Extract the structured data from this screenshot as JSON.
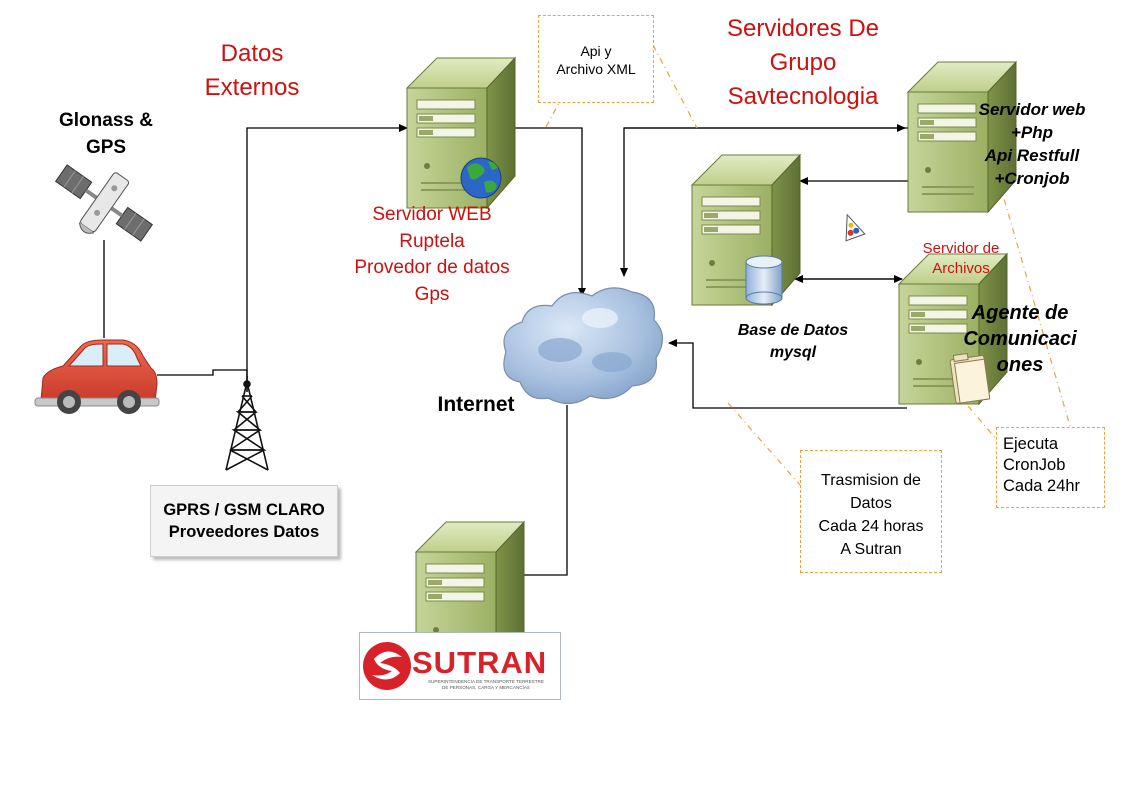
{
  "labels": {
    "datos_externos": [
      "Datos",
      "Externos"
    ],
    "glonass": [
      "Glonass &",
      "GPS"
    ],
    "api_box": [
      "Api  y",
      "Archivo XML"
    ],
    "servidores_grupo": [
      "Servidores De",
      "Grupo",
      "Savtecnologia"
    ],
    "servidor_web_ruptela": [
      "Servidor WEB",
      "Ruptela",
      "Provedor de datos",
      "Gps"
    ],
    "servidor_web_php": [
      "Servidor web",
      "+Php",
      "Api Restfull",
      "+Cronjob"
    ],
    "servidor_archivos": [
      "Servidor de",
      "Archivos"
    ],
    "base_datos": [
      "Base de Datos",
      "mysql"
    ],
    "agente": [
      "Agente de",
      "Comunicaci",
      "ones"
    ],
    "internet": "Internet",
    "gprs": [
      "GPRS / GSM CLARO",
      "Proveedores Datos"
    ],
    "trasmision": [
      "Trasmision de",
      "Datos",
      "Cada 24 horas",
      "A Sutran"
    ],
    "ejecuta": [
      "Ejecuta",
      "CronJob",
      "Cada 24hr"
    ],
    "sutran_logo": "SUTRAN",
    "sutran_sub": [
      "SUPERINTENDENCIA DE TRANSPORTE TERRESTRE",
      "DE PERSONAS, CARGA Y MERCANCÍAS"
    ]
  },
  "colors": {
    "title_red": "#cc1111",
    "callout_border": "#f0a040",
    "server_green": "#9fb56a",
    "connector": "#000000",
    "sutran_red": "#d8222a"
  },
  "icons": [
    "satellite-icon",
    "car-icon",
    "antenna-tower-icon",
    "server-icon",
    "globe-icon",
    "cloud-icon",
    "database-icon",
    "folder-icon",
    "palette-icon"
  ]
}
